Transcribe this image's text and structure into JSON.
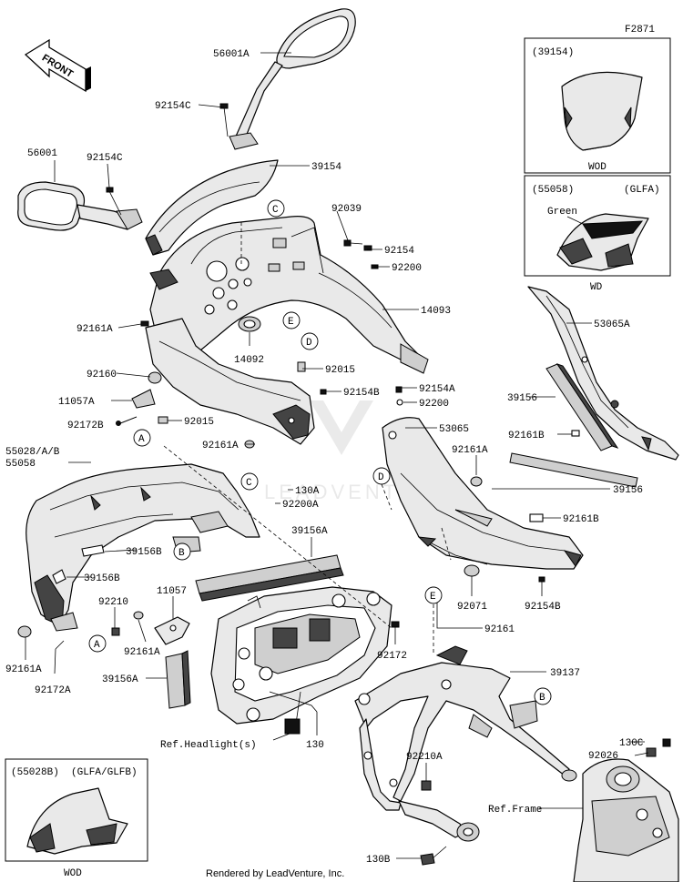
{
  "diagram_code": "F2871",
  "front_indicator": "FRONT",
  "footer": "Rendered by LeadVenture, Inc.",
  "watermark": "LEADVENTURE",
  "inset_top_right_1": {
    "code": "(39154)",
    "caption": "WOD"
  },
  "inset_top_right_2": {
    "code": "(55058)",
    "variant": "(GLFA)",
    "color_label": "Green",
    "caption": "WD"
  },
  "inset_bottom_left": {
    "code": "(55028B)",
    "variant": "(GLFA/GLFB)",
    "caption": "WOD"
  },
  "callout_letters": [
    "A",
    "B",
    "C",
    "D",
    "E"
  ],
  "part_labels": {
    "p56001A": "56001A",
    "p92154C_top": "92154C",
    "p56001": "56001",
    "p92154C_left": "92154C",
    "p39154": "39154",
    "p92039": "92039",
    "p92154": "92154",
    "p92200_top": "92200",
    "p14093": "14093",
    "p92161A_1": "92161A",
    "p14092": "14092",
    "p92015_right": "92015",
    "p92160": "92160",
    "p11057A": "11057A",
    "p92172B": "92172B",
    "p92015_left": "92015",
    "p92154B_mid": "92154B",
    "p92161A_2": "92161A",
    "p92154A": "92154A",
    "p92200_mid": "92200",
    "p53065A": "53065A",
    "p39156_right": "39156",
    "p92161B_right": "92161B",
    "p53065": "53065",
    "p92161A_3": "92161A",
    "p55028AB": "55028/A/B",
    "p55058": "55058",
    "p130A": "130A",
    "p92200A": "92200A",
    "p39156_mid": "39156",
    "p92161B_mid": "92161B",
    "p39156A_top": "39156A",
    "p39156B_1": "39156B",
    "p39156B_2": "39156B",
    "p92071": "92071",
    "p92154B_low": "92154B",
    "p11057": "11057",
    "p92210": "92210",
    "p92161A_4": "92161A",
    "p92161A_5": "92161A",
    "p92172A": "92172A",
    "p92172": "92172",
    "p92161": "92161",
    "p39137": "39137",
    "p39156A_low": "39156A",
    "p130": "130",
    "p130C": "130C",
    "p92026": "92026",
    "p92210A": "92210A",
    "p130B": "130B",
    "ref_headlight": "Ref.Headlight(s)",
    "ref_frame": "Ref.Frame"
  }
}
